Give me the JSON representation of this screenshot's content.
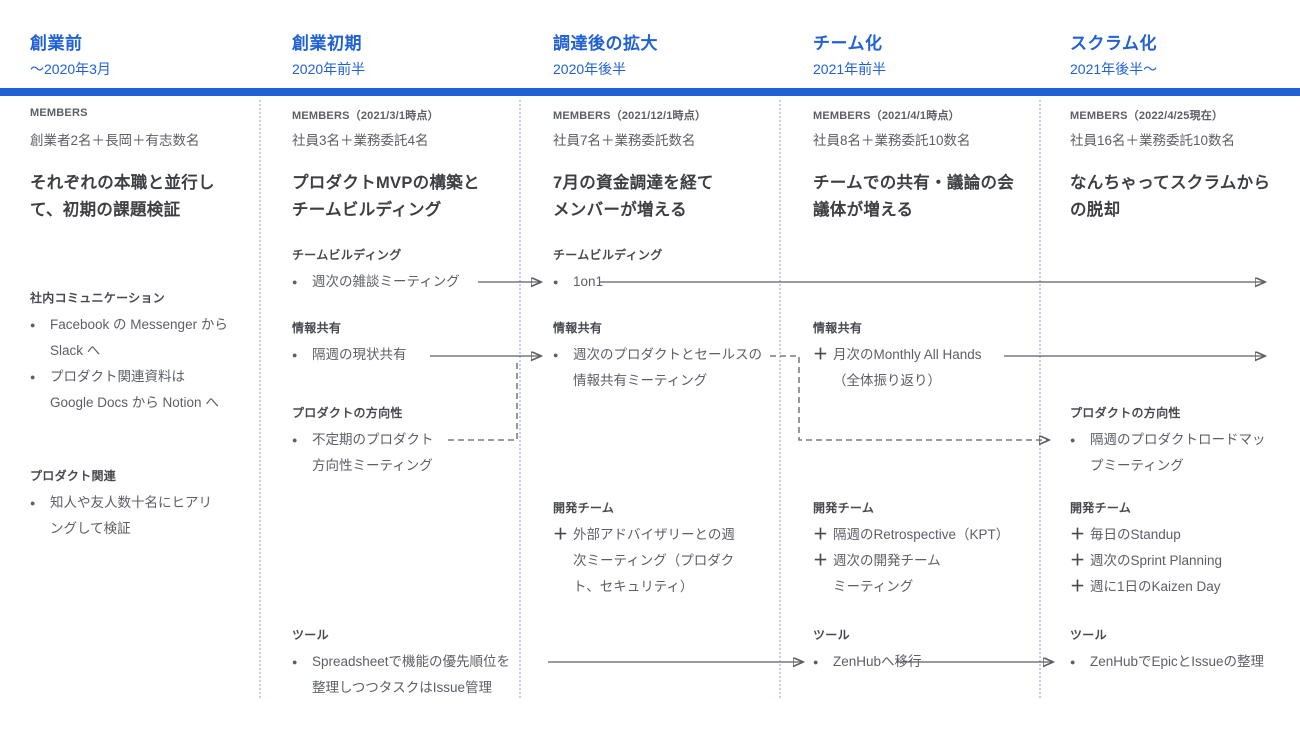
{
  "palette": {
    "accent_blue": "#2061d6",
    "body_gray": "#5b6066",
    "headline_dark": "#3c4043",
    "divider_dotted": "#c6cfe8",
    "arrow_gray": "#5c6166"
  },
  "icons": {
    "bullet": "●",
    "plus": "＋"
  },
  "timeline": {
    "columns": [
      {
        "title": "創業前",
        "period": "〜2020年3月",
        "members_label": "MEMBERS",
        "members_value": "創業者2名＋長岡＋有志数名",
        "headline": "それぞれの本職と並行し\nて、初期の課題検証",
        "sections": [
          {
            "row": "communication",
            "label": "社内コミュニケーション",
            "items": [
              {
                "marker": "bullet",
                "text": "Facebook の Messenger から\nSlack へ"
              },
              {
                "marker": "bullet",
                "text": "プロダクト関連資料は\nGoogle Docs から Notion へ"
              }
            ]
          },
          {
            "row": "product",
            "label": "プロダクト関連",
            "items": [
              {
                "marker": "bullet",
                "text": "知人や友人数十名にヒアリ\nングして検証"
              }
            ]
          }
        ]
      },
      {
        "title": "創業初期",
        "period": "2020年前半",
        "members_label": "MEMBERS（2021/3/1時点）",
        "members_value": "社員3名＋業務委託4名",
        "headline": "プロダクトMVPの構築と\nチームビルディング",
        "sections": [
          {
            "row": "team-building",
            "label": "チームビルディング",
            "items": [
              {
                "marker": "bullet",
                "text": "週次の雑談ミーティング"
              }
            ]
          },
          {
            "row": "info-sharing",
            "label": "情報共有",
            "items": [
              {
                "marker": "bullet",
                "text": "隔週の現状共有"
              }
            ]
          },
          {
            "row": "product-direction",
            "label": "プロダクトの方向性",
            "items": [
              {
                "marker": "bullet",
                "text": "不定期のプロダクト\n方向性ミーティング"
              }
            ]
          },
          {
            "row": "tools",
            "label": "ツール",
            "items": [
              {
                "marker": "bullet",
                "text": "Spreadsheetで機能の優先順位を\n整理しつつタスクはIssue管理"
              }
            ]
          }
        ]
      },
      {
        "title": "調達後の拡大",
        "period": "2020年後半",
        "members_label": "MEMBERS（2021/12/1時点）",
        "members_value": "社員7名＋業務委託数名",
        "headline": "7月の資金調達を経て\nメンバーが増える",
        "sections": [
          {
            "row": "team-building",
            "label": "チームビルディング",
            "items": [
              {
                "marker": "bullet",
                "text": "1on1"
              }
            ]
          },
          {
            "row": "info-sharing",
            "label": "情報共有",
            "items": [
              {
                "marker": "bullet",
                "text": "週次のプロダクトとセールスの\n情報共有ミーティング"
              }
            ]
          },
          {
            "row": "dev-team",
            "label": "開発チーム",
            "items": [
              {
                "marker": "plus",
                "text": "外部アドバイザリーとの週\n次ミーティング（プロダク\nト、セキュリティ）"
              }
            ]
          }
        ]
      },
      {
        "title": "チーム化",
        "period": "2021年前半",
        "members_label": "MEMBERS（2021/4/1時点）",
        "members_value": "社員8名＋業務委託10数名",
        "headline": "チームでの共有・議論の会\n議体が増える",
        "sections": [
          {
            "row": "info-sharing",
            "label": "情報共有",
            "items": [
              {
                "marker": "plus",
                "text": "月次のMonthly All Hands\n（全体振り返り）"
              }
            ]
          },
          {
            "row": "dev-team",
            "label": "開発チーム",
            "items": [
              {
                "marker": "plus",
                "text": "隔週のRetrospective（KPT）"
              },
              {
                "marker": "plus",
                "text": "週次の開発チーム\nミーティング"
              }
            ]
          },
          {
            "row": "tools",
            "label": "ツール",
            "items": [
              {
                "marker": "bullet",
                "text": "ZenHubへ移行"
              }
            ]
          }
        ]
      },
      {
        "title": "スクラム化",
        "period": "2021年後半〜",
        "members_label": "MEMBERS（2022/4/25現在）",
        "members_value": "社員16名＋業務委託10数名",
        "headline": "なんちゃってスクラムから\nの脱却",
        "sections": [
          {
            "row": "product-direction",
            "label": "プロダクトの方向性",
            "items": [
              {
                "marker": "bullet",
                "text": "隔週のプロダクトロードマッ\nプミーティング"
              }
            ]
          },
          {
            "row": "dev-team",
            "label": "開発チーム",
            "items": [
              {
                "marker": "plus",
                "text": "毎日のStandup"
              },
              {
                "marker": "plus",
                "text": "週次のSprint Planning"
              },
              {
                "marker": "plus",
                "text": "週に1日のKaizen Day"
              }
            ]
          },
          {
            "row": "tools",
            "label": "ツール",
            "items": [
              {
                "marker": "bullet",
                "text": "ZenHubでEpicとIssueの整理"
              }
            ]
          }
        ]
      }
    ]
  }
}
